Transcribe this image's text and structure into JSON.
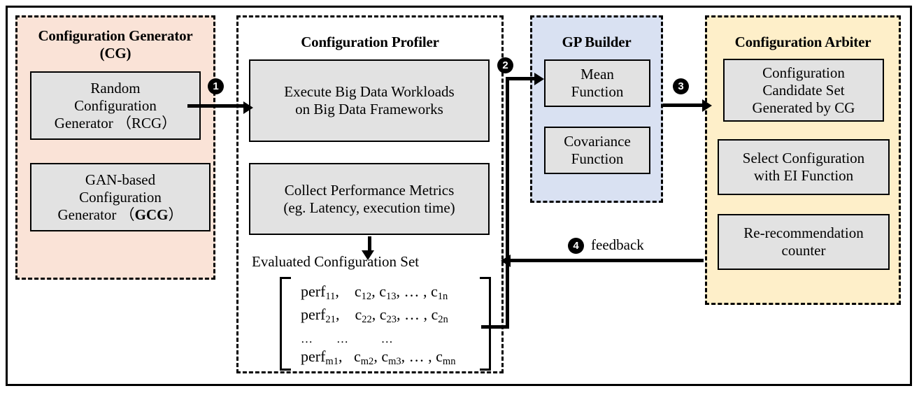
{
  "diagram": {
    "title_present": false,
    "colors": {
      "generator_panel": "#FAE3D7",
      "profiler_panel": "#FFFFFF",
      "gp_panel": "#D9E1F2",
      "arbiter_panel": "#FEEFC9",
      "box_fill": "#E2E2E2",
      "stroke": "#000000"
    }
  },
  "panels": {
    "generator": {
      "title_line1": "Configuration Generator",
      "title_line2": "(CG)",
      "boxes": [
        {
          "lines": [
            "Random",
            "Configuration",
            "Generator （RCG）"
          ]
        },
        {
          "lines": [
            "GAN-based",
            "Configuration",
            "Generator （GCG）"
          ],
          "bold_part": "GCG"
        }
      ]
    },
    "profiler": {
      "title": "Configuration Profiler",
      "boxes": [
        {
          "lines": [
            "Execute Big Data Workloads",
            "on Big Data Frameworks"
          ]
        },
        {
          "lines": [
            "Collect Performance Metrics",
            "(eg. Latency, execution time)"
          ]
        }
      ],
      "set_label": "Evaluated Configuration Set",
      "matrix": {
        "rows": [
          [
            "perf11",
            "c12",
            "c13",
            "…",
            "c1n"
          ],
          [
            "perf21",
            "c22",
            "c23",
            "…",
            "c2n"
          ],
          [
            "…",
            "…",
            "…",
            "",
            ""
          ],
          [
            "perfm1",
            "cm2",
            "cm3",
            "…",
            "cmn"
          ]
        ],
        "rows_text": [
          "perf_11,   c_12, c_13, ... , c_1n",
          "perf_21,   c_22, c_23, ... , c_2n",
          "...        ...        ...",
          "perf_m1,   c_m2, c_m3, ... , c_mn"
        ]
      }
    },
    "gp_builder": {
      "title": "GP Builder",
      "boxes": [
        {
          "lines": [
            "Mean",
            "Function"
          ]
        },
        {
          "lines": [
            "Covariance",
            "Function"
          ]
        }
      ]
    },
    "arbiter": {
      "title": "Configuration Arbiter",
      "boxes": [
        {
          "lines": [
            "Configuration",
            "Candidate Set",
            "Generated by CG"
          ]
        },
        {
          "lines": [
            "Select Configuration",
            "with EI Function"
          ]
        },
        {
          "lines": [
            "Re-recommendation",
            "counter"
          ]
        }
      ]
    }
  },
  "connectors": [
    {
      "id": "1",
      "badge": "1",
      "label": "",
      "from": "generator",
      "to": "profiler"
    },
    {
      "id": "2",
      "badge": "2",
      "label": "",
      "from": "profiler",
      "to": "gp_builder"
    },
    {
      "id": "3",
      "badge": "3",
      "label": "",
      "from": "gp_builder",
      "to": "arbiter"
    },
    {
      "id": "4",
      "badge": "4",
      "label": "feedback",
      "from": "arbiter",
      "to": "profiler"
    }
  ]
}
